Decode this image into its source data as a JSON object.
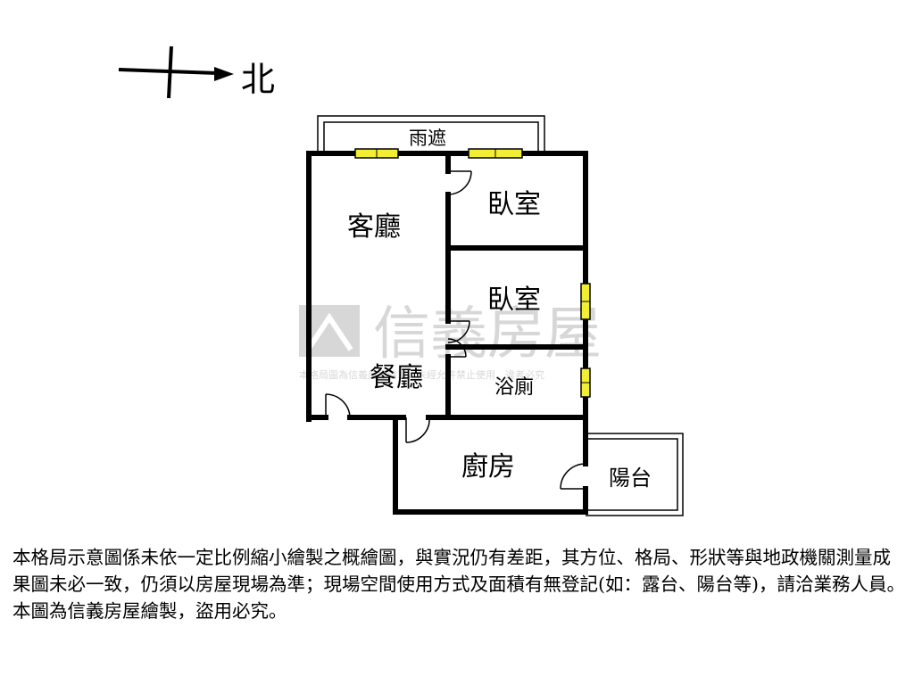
{
  "compass": {
    "label": "北"
  },
  "rooms": {
    "canopy": "雨遮",
    "living_room": "客廳",
    "bedroom_1": "臥室",
    "bedroom_2": "臥室",
    "dining_room": "餐廳",
    "bathroom": "浴廁",
    "kitchen": "廚房",
    "balcony": "陽台"
  },
  "watermark": {
    "brand": "信義房屋",
    "notice": "本格局圖為信義房屋繪製，未經允許禁止使用，違者必究"
  },
  "disclaimer": "本格局示意圖係未依一定比例縮小繪製之概繪圖，與實況仍有差距，其方位、格局、形狀等與地政機關測量成果圖未必一致，仍須以房屋現場為準；現場空間使用方式及面積有無登記(如：露台、陽台等)，請洽業務人員。本圖為信義房屋繪製，盜用必究。",
  "colors": {
    "wall": "#000000",
    "window": "#f2ee33",
    "watermark": "#b8b8b8"
  }
}
